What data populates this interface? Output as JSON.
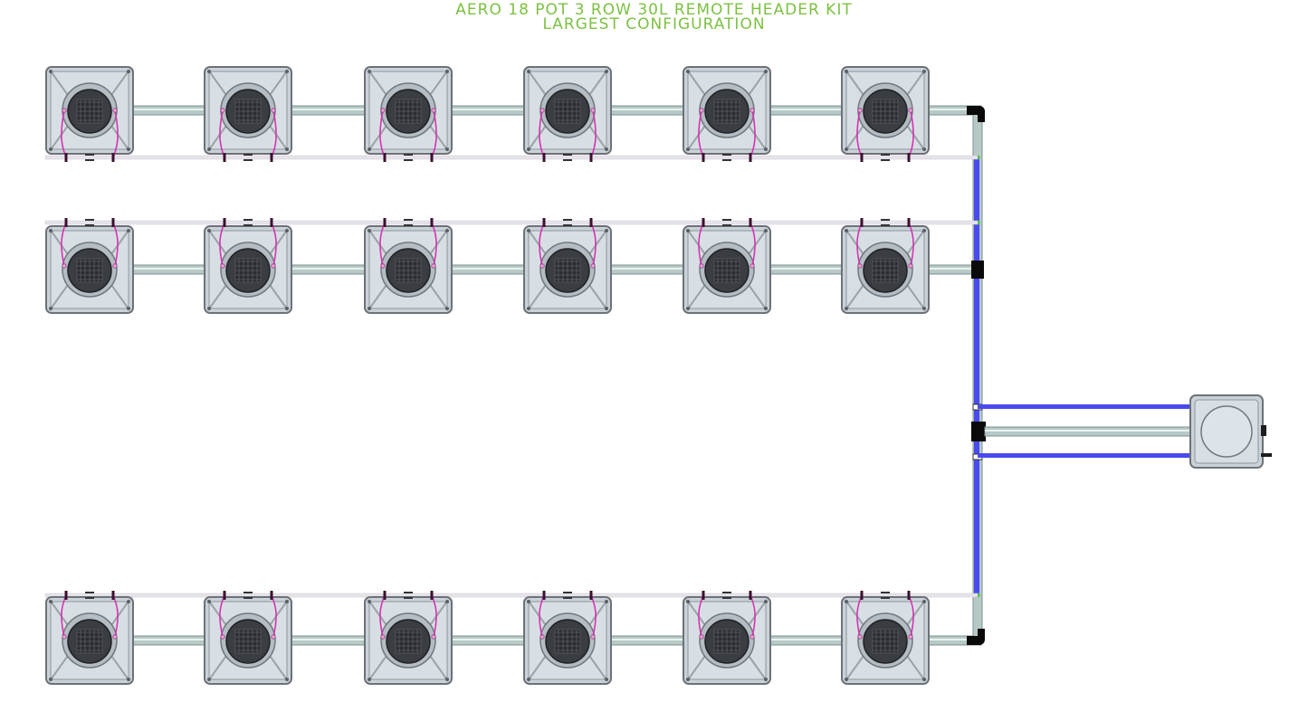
{
  "diagram": {
    "title_line1": "AERO 18 POT 3 ROW 30L REMOTE HEADER KIT",
    "title_line2": "LARGEST CONFIGURATION",
    "pot_count": 18,
    "row_count": 3,
    "pots_per_row": 6,
    "colors": {
      "title": "#7cc142",
      "pot_body": "#c9d2d8",
      "pot_outline": "#6d7278",
      "basket": "#3a3d41",
      "pipe": "#b7c9c6",
      "feed_line": "#4a4aee",
      "connector": "#0a0a0a",
      "drip_loop": "#d633b4",
      "drain_line": "#e6e3ea"
    }
  }
}
